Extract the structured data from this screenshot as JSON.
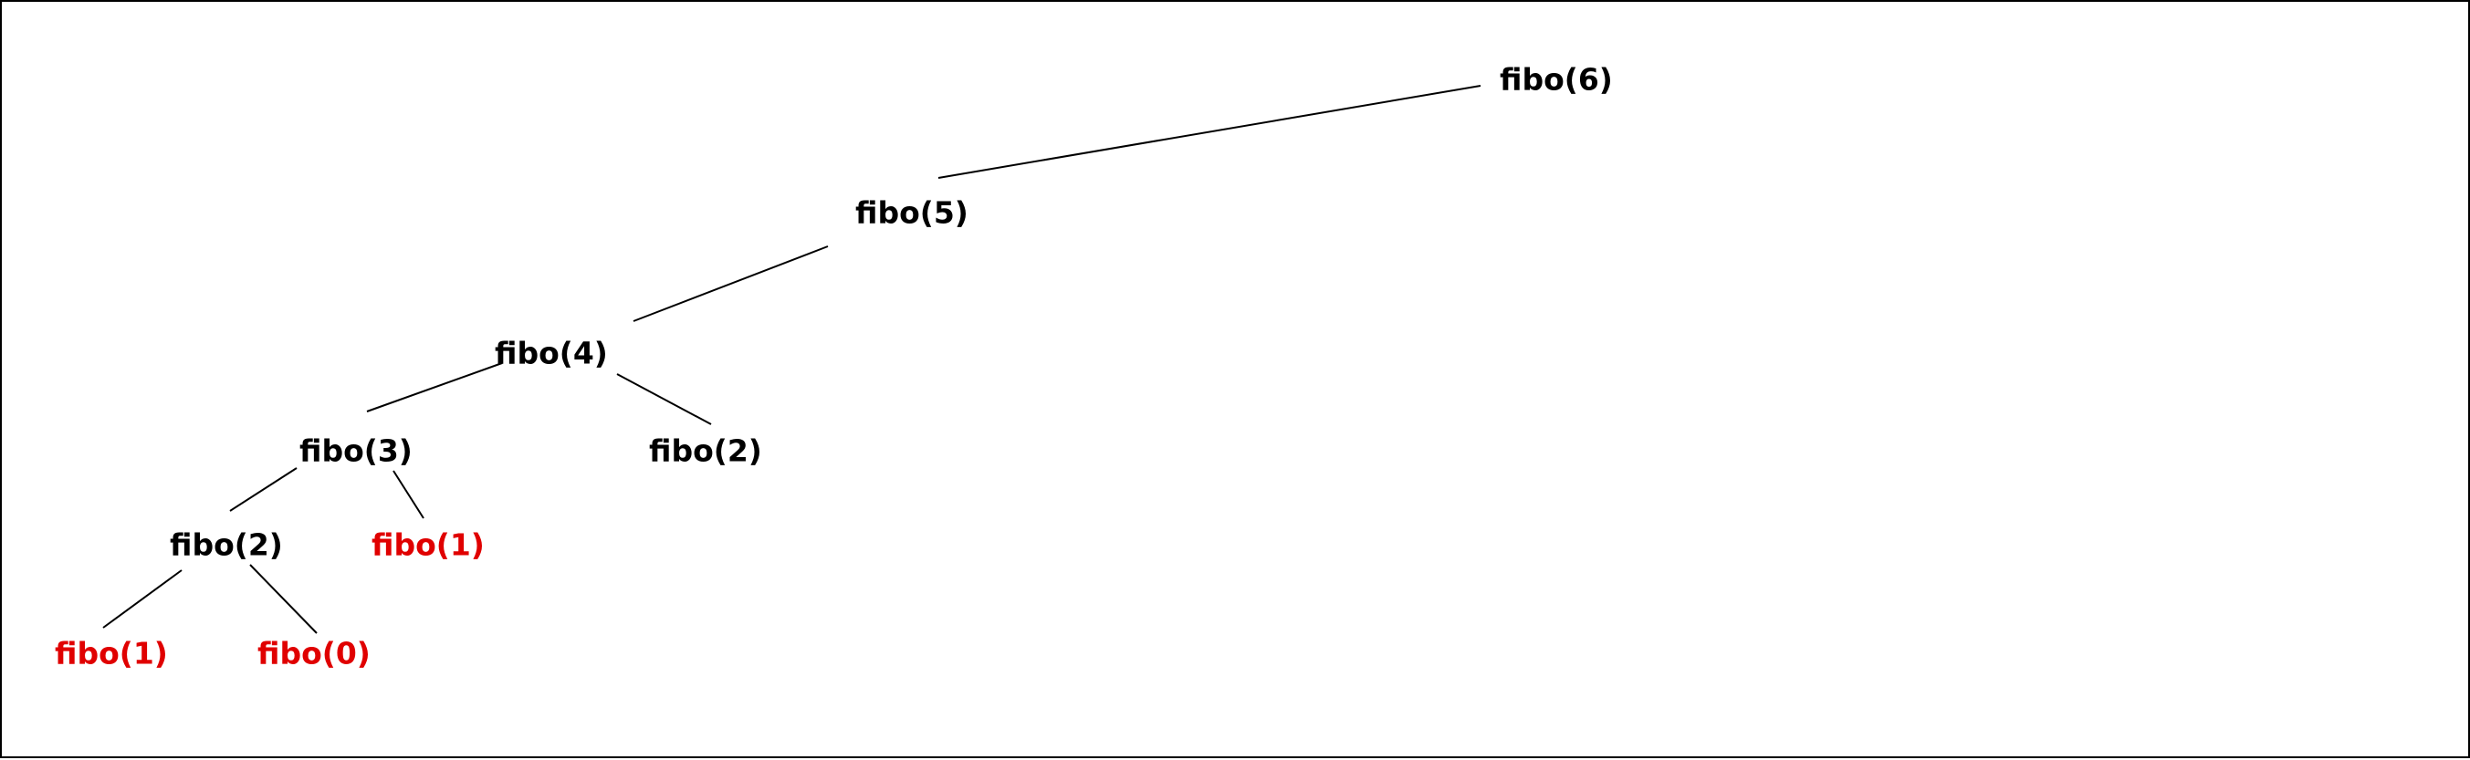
{
  "diagram": {
    "colors": {
      "internal": "#000000",
      "base_case": "#e00000",
      "edge": "#000000"
    },
    "nodes": [
      {
        "id": "n6",
        "label": "fibo(6)",
        "kind": "internal"
      },
      {
        "id": "n5",
        "label": "fibo(5)",
        "kind": "internal"
      },
      {
        "id": "n4",
        "label": "fibo(4)",
        "kind": "internal"
      },
      {
        "id": "n3",
        "label": "fibo(3)",
        "kind": "internal"
      },
      {
        "id": "n2b",
        "label": "fibo(2)",
        "kind": "internal"
      },
      {
        "id": "n2a",
        "label": "fibo(2)",
        "kind": "internal"
      },
      {
        "id": "n1b",
        "label": "fibo(1)",
        "kind": "base_case"
      },
      {
        "id": "n1a",
        "label": "fibo(1)",
        "kind": "base_case"
      },
      {
        "id": "n0",
        "label": "fibo(0)",
        "kind": "base_case"
      }
    ],
    "edges": [
      {
        "from": "n6",
        "to": "n5"
      },
      {
        "from": "n5",
        "to": "n4"
      },
      {
        "from": "n4",
        "to": "n3"
      },
      {
        "from": "n4",
        "to": "n2b"
      },
      {
        "from": "n3",
        "to": "n2a"
      },
      {
        "from": "n3",
        "to": "n1b"
      },
      {
        "from": "n2a",
        "to": "n1a"
      },
      {
        "from": "n2a",
        "to": "n0"
      }
    ]
  }
}
